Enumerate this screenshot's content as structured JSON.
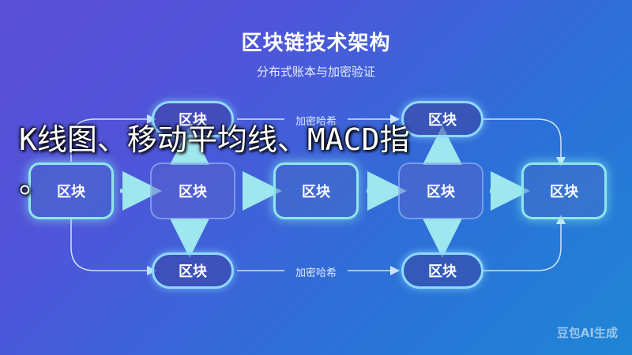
{
  "header": {
    "title": "区块链技术架构",
    "subtitle": "分布式账本与加密验证"
  },
  "diagram": {
    "nodes": [
      {
        "id": "top-1",
        "label": "区块"
      },
      {
        "id": "top-2",
        "label": "区块"
      },
      {
        "id": "mid-1",
        "label": "区块"
      },
      {
        "id": "mid-2",
        "label": "区块"
      },
      {
        "id": "mid-3",
        "label": "区块"
      },
      {
        "id": "mid-4",
        "label": "区块"
      },
      {
        "id": "mid-5",
        "label": "区块"
      },
      {
        "id": "bot-1",
        "label": "区块"
      },
      {
        "id": "bot-2",
        "label": "区块"
      }
    ],
    "edge_labels": {
      "top": "加密哈希",
      "bottom": "加密哈希"
    }
  },
  "overlay": {
    "line1": "K线图、移动平均线、MACD指",
    "line2": "。"
  },
  "watermark": "豆包AI生成",
  "colors": {
    "accent_glow": "#8fd9ff",
    "background_start": "#5a4fd6",
    "background_end": "#1f86d6"
  }
}
